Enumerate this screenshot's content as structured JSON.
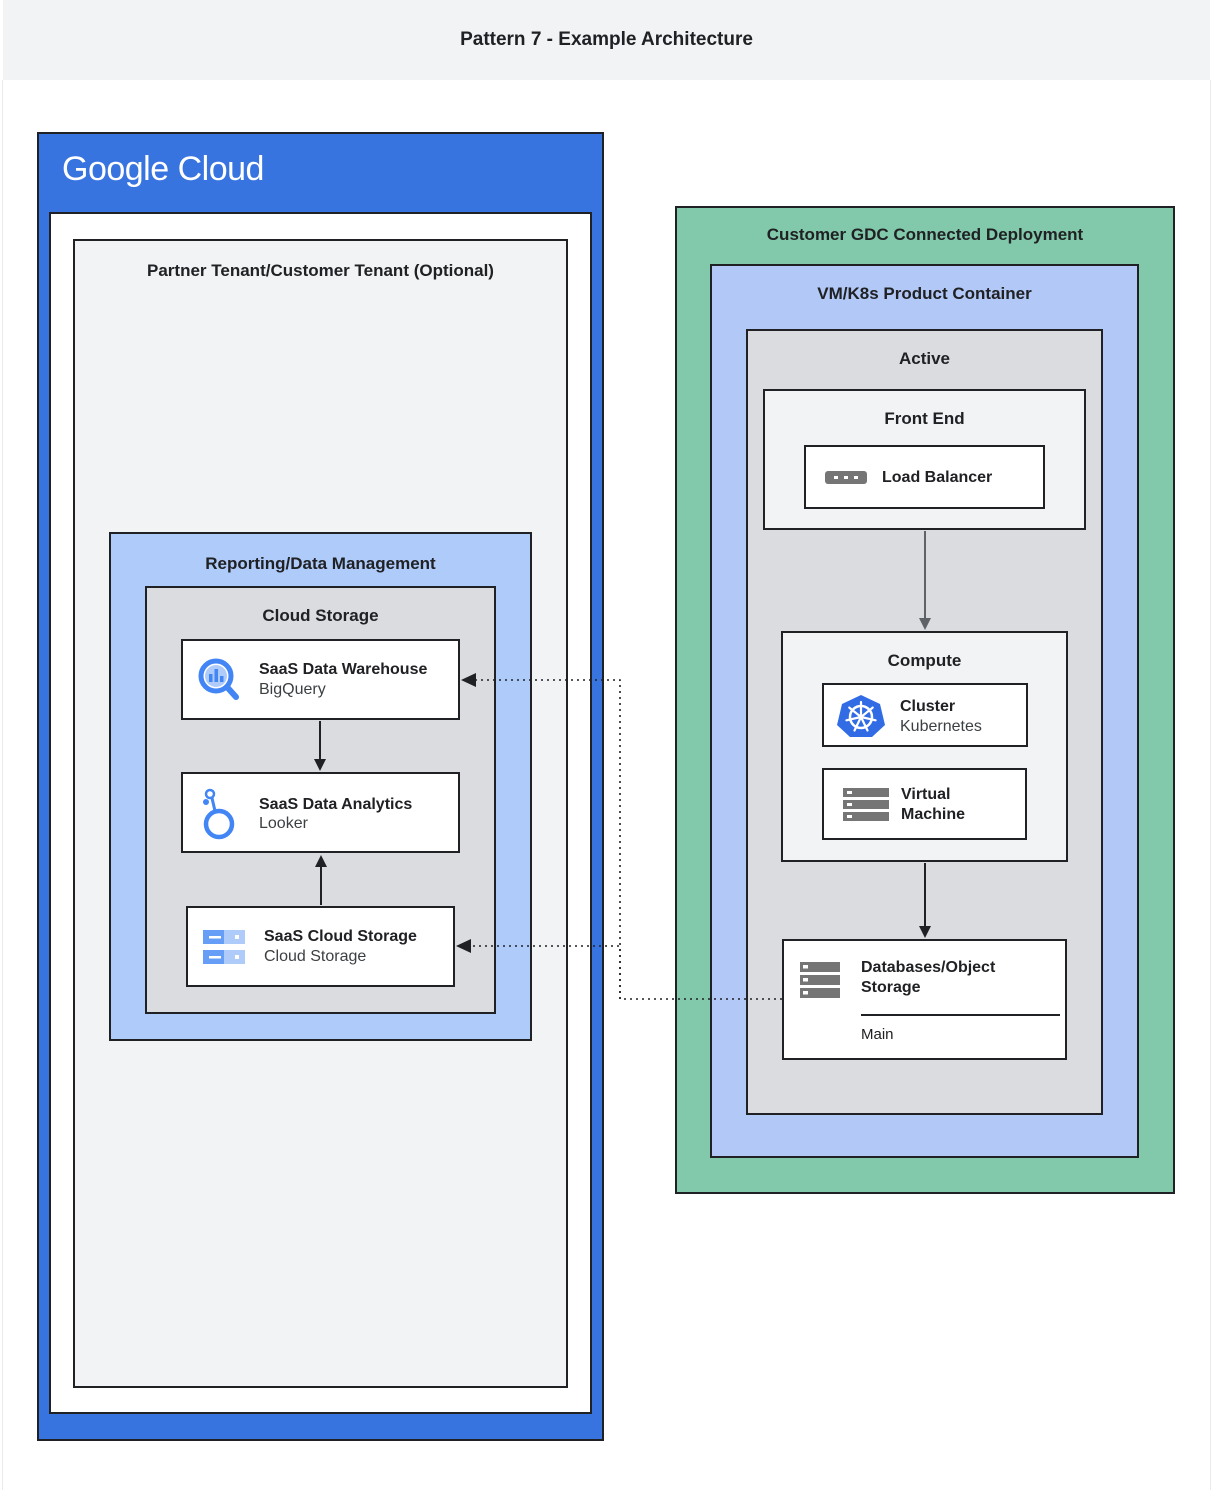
{
  "header": {
    "title": "Pattern 7 - Example Architecture"
  },
  "google_cloud": {
    "brand": "Google Cloud",
    "tenant": "Partner Tenant/Customer Tenant (Optional)",
    "reporting": "Reporting/Data Management",
    "cloud_storage": "Cloud Storage",
    "warehouse": {
      "title": "SaaS Data Warehouse",
      "subtitle": "BigQuery",
      "icon": "bigquery-icon"
    },
    "analytics": {
      "title": "SaaS Data Analytics",
      "subtitle": "Looker",
      "icon": "looker-icon"
    },
    "storage": {
      "title": "SaaS Cloud Storage",
      "subtitle": "Cloud Storage",
      "icon": "cloud-storage-icon"
    }
  },
  "customer": {
    "deployment": "Customer GDC Connected Deployment",
    "container": "VM/K8s Product Container",
    "active": "Active",
    "front_end": "Front End",
    "load_balancer": {
      "title": "Load Balancer",
      "icon": "load-balancer-icon"
    },
    "compute": "Compute",
    "cluster": {
      "title": "Cluster",
      "subtitle": "Kubernetes",
      "icon": "kubernetes-icon"
    },
    "vm": {
      "title_line1": "Virtual",
      "title_line2": "Machine",
      "icon": "virtual-machine-icon"
    },
    "db": {
      "title_line1": "Databases/Object",
      "title_line2": "Storage",
      "subtitle": "Main",
      "icon": "database-icon"
    }
  },
  "colors": {
    "google_blue": "#3874e0",
    "reporting_blue": "#aecbfa",
    "container_blue": "#b2c8f6",
    "customer_green": "#81c9aa",
    "zone_gray": "#dadce0",
    "panel_gray": "#f1f3f4"
  }
}
